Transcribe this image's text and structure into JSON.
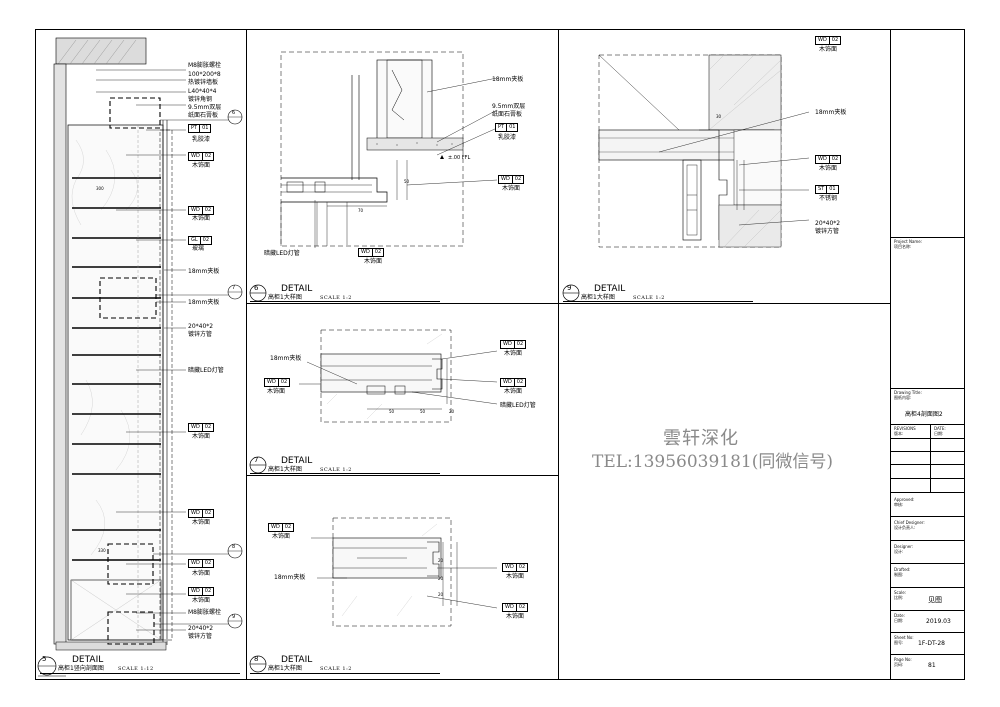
{
  "watermark": {
    "title": "雲轩深化",
    "tel": "TEL:13956039181(同微信号)"
  },
  "details": [
    {
      "num": "5",
      "word": "DETAIL",
      "sub": "高柜1竖向剖面图",
      "scale": "SCALE 1:12"
    },
    {
      "num": "6",
      "word": "DETAIL",
      "sub": "高柜1大样图",
      "scale": "SCALE 1:2"
    },
    {
      "num": "7",
      "word": "DETAIL",
      "sub": "高柜1大样图",
      "scale": "SCALE 1:2"
    },
    {
      "num": "8",
      "word": "DETAIL",
      "sub": "高柜1大样图",
      "scale": "SCALE 1:2"
    },
    {
      "num": "9",
      "word": "DETAIL",
      "sub": "高柜1大样图",
      "scale": "SCALE 1:2"
    }
  ],
  "section5": {
    "notes": [
      "M8膨胀螺栓",
      "100*200*8",
      "热镀锌墙板",
      "L40*40*4",
      "镀锌角钢",
      "9.5mm双层",
      "纸面石膏板",
      "乳胶漆",
      "木饰面",
      "木饰面",
      "玻璃",
      "18mm夹板",
      "18mm夹板",
      "20*40*2",
      "镀锌方管",
      "暗藏LED灯管",
      "木饰面",
      "木饰面",
      "木饰面",
      "木饰面",
      "M8膨胀螺栓",
      "20*40*2",
      "镀锌方管"
    ],
    "tags": [
      [
        "PT",
        "01"
      ],
      [
        "WD",
        "02"
      ],
      [
        "WD",
        "02"
      ],
      [
        "GL",
        "02"
      ],
      [
        "WD",
        "02"
      ],
      [
        "WD",
        "02"
      ],
      [
        "WD",
        "02"
      ],
      [
        "WD",
        "02"
      ]
    ],
    "callouts": [
      "6",
      "7",
      "8",
      "9"
    ]
  },
  "section6": {
    "notes": [
      "18mm夹板",
      "9.5mm双层",
      "纸面石膏板",
      "乳胶漆",
      "木饰面",
      "暗藏LED灯管",
      "木饰面"
    ],
    "tags": [
      [
        "PT",
        "01"
      ],
      [
        "WD",
        "02"
      ],
      [
        "WD",
        "02"
      ]
    ],
    "level": "±.00 FFL",
    "dims": [
      "50",
      "70"
    ]
  },
  "section7": {
    "notes": [
      "18mm夹板",
      "木饰面",
      "木饰面",
      "木饰面",
      "暗藏LED灯管"
    ],
    "tags": [
      [
        "WD",
        "02"
      ],
      [
        "WD",
        "02"
      ],
      [
        "WD",
        "02"
      ]
    ],
    "dims": [
      "50",
      "50",
      "20"
    ]
  },
  "section8": {
    "notes": [
      "木饰面",
      "18mm夹板",
      "木饰面",
      "木饰面"
    ],
    "tags": [
      [
        "WD",
        "02"
      ],
      [
        "WD",
        "02"
      ],
      [
        "WD",
        "02"
      ]
    ],
    "dims": [
      "20",
      "20",
      "20"
    ]
  },
  "section9": {
    "notes": [
      "木饰面",
      "18mm夹板",
      "木饰面",
      "不锈钢",
      "20*40*2",
      "镀锌方管"
    ],
    "tags": [
      [
        "WD",
        "02"
      ],
      [
        "WD",
        "02"
      ],
      [
        "ST",
        "01"
      ]
    ],
    "dims": [
      "30"
    ]
  },
  "title_block": {
    "project_name_label_en": "Project Name:",
    "project_name_label": "项目名称:",
    "drawing_title_label_en": "Drawing Title:",
    "drawing_title_label": "图纸内容:",
    "drawing_title": "高柜4剖面图2",
    "revisions_en": "REVISIONS",
    "revisions": "版本:",
    "date_en": "DATE:",
    "date": "日期:",
    "approved_en": "Approved:",
    "approved": "审核:",
    "chief_en": "Chief Designer:",
    "chief": "设计负责人:",
    "designer_en": "Designer:",
    "designer": "设计:",
    "drafted_en": "Drafted:",
    "drafted": "制图:",
    "scale_en": "Scale:",
    "scale": "比例:",
    "scale_value": "见图",
    "date2_en": "Date:",
    "date2": "日期:",
    "date_value": "2019.03",
    "sheet_en": "Sheet No:",
    "sheet": "图号:",
    "sheet_value": "1F-DT-28",
    "page_en": "Page No:",
    "page": "页码:",
    "page_value": "81"
  }
}
